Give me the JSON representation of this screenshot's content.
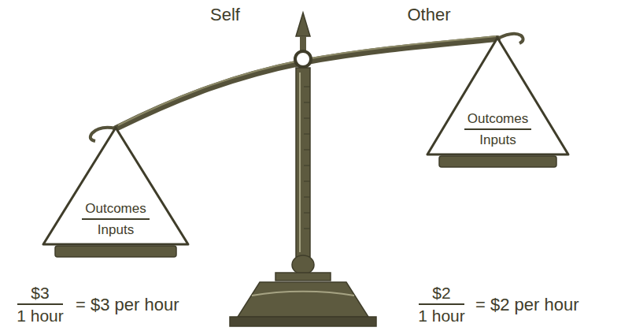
{
  "diagram": {
    "nodes": [
      {
        "text": [
          "Outcomes",
          "Inputs"
        ]
      },
      {
        "text": [
          "Outcomes",
          "Inputs"
        ]
      }
    ],
    "labels": [
      "Self",
      "Other",
      "$3",
      "1 hour",
      "= $3 per hour",
      "$2",
      "1 hour",
      "= $2 per hour"
    ]
  }
}
